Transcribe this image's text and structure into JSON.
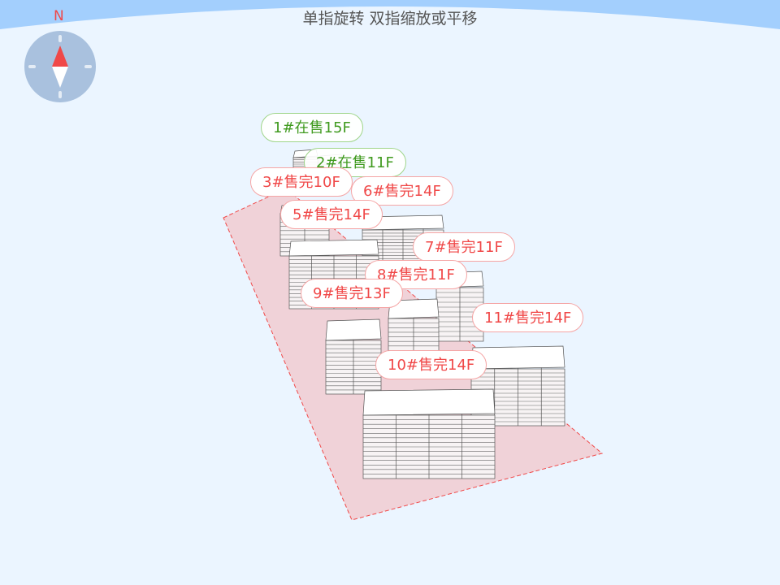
{
  "hint": "单指旋转 双指缩放或平移",
  "compass": {
    "north_label": "N"
  },
  "colors": {
    "on_sale": "#3f9a1e",
    "sold_out": "#f04848",
    "site": "#f0d2d8",
    "banner": "#a3cffd"
  },
  "buildings": [
    {
      "label": "1#在售15F",
      "status": "on_sale",
      "floors": 15
    },
    {
      "label": "2#在售11F",
      "status": "on_sale",
      "floors": 11
    },
    {
      "label": "3#售完10F",
      "status": "sold_out",
      "floors": 10
    },
    {
      "label": "6#售完14F",
      "status": "sold_out",
      "floors": 14
    },
    {
      "label": "5#售完14F",
      "status": "sold_out",
      "floors": 14
    },
    {
      "label": "7#售完11F",
      "status": "sold_out",
      "floors": 11
    },
    {
      "label": "8#售完11F",
      "status": "sold_out",
      "floors": 11
    },
    {
      "label": "9#售完13F",
      "status": "sold_out",
      "floors": 13
    },
    {
      "label": "11#售完14F",
      "status": "sold_out",
      "floors": 14
    },
    {
      "label": "10#售完14F",
      "status": "sold_out",
      "floors": 14
    }
  ]
}
